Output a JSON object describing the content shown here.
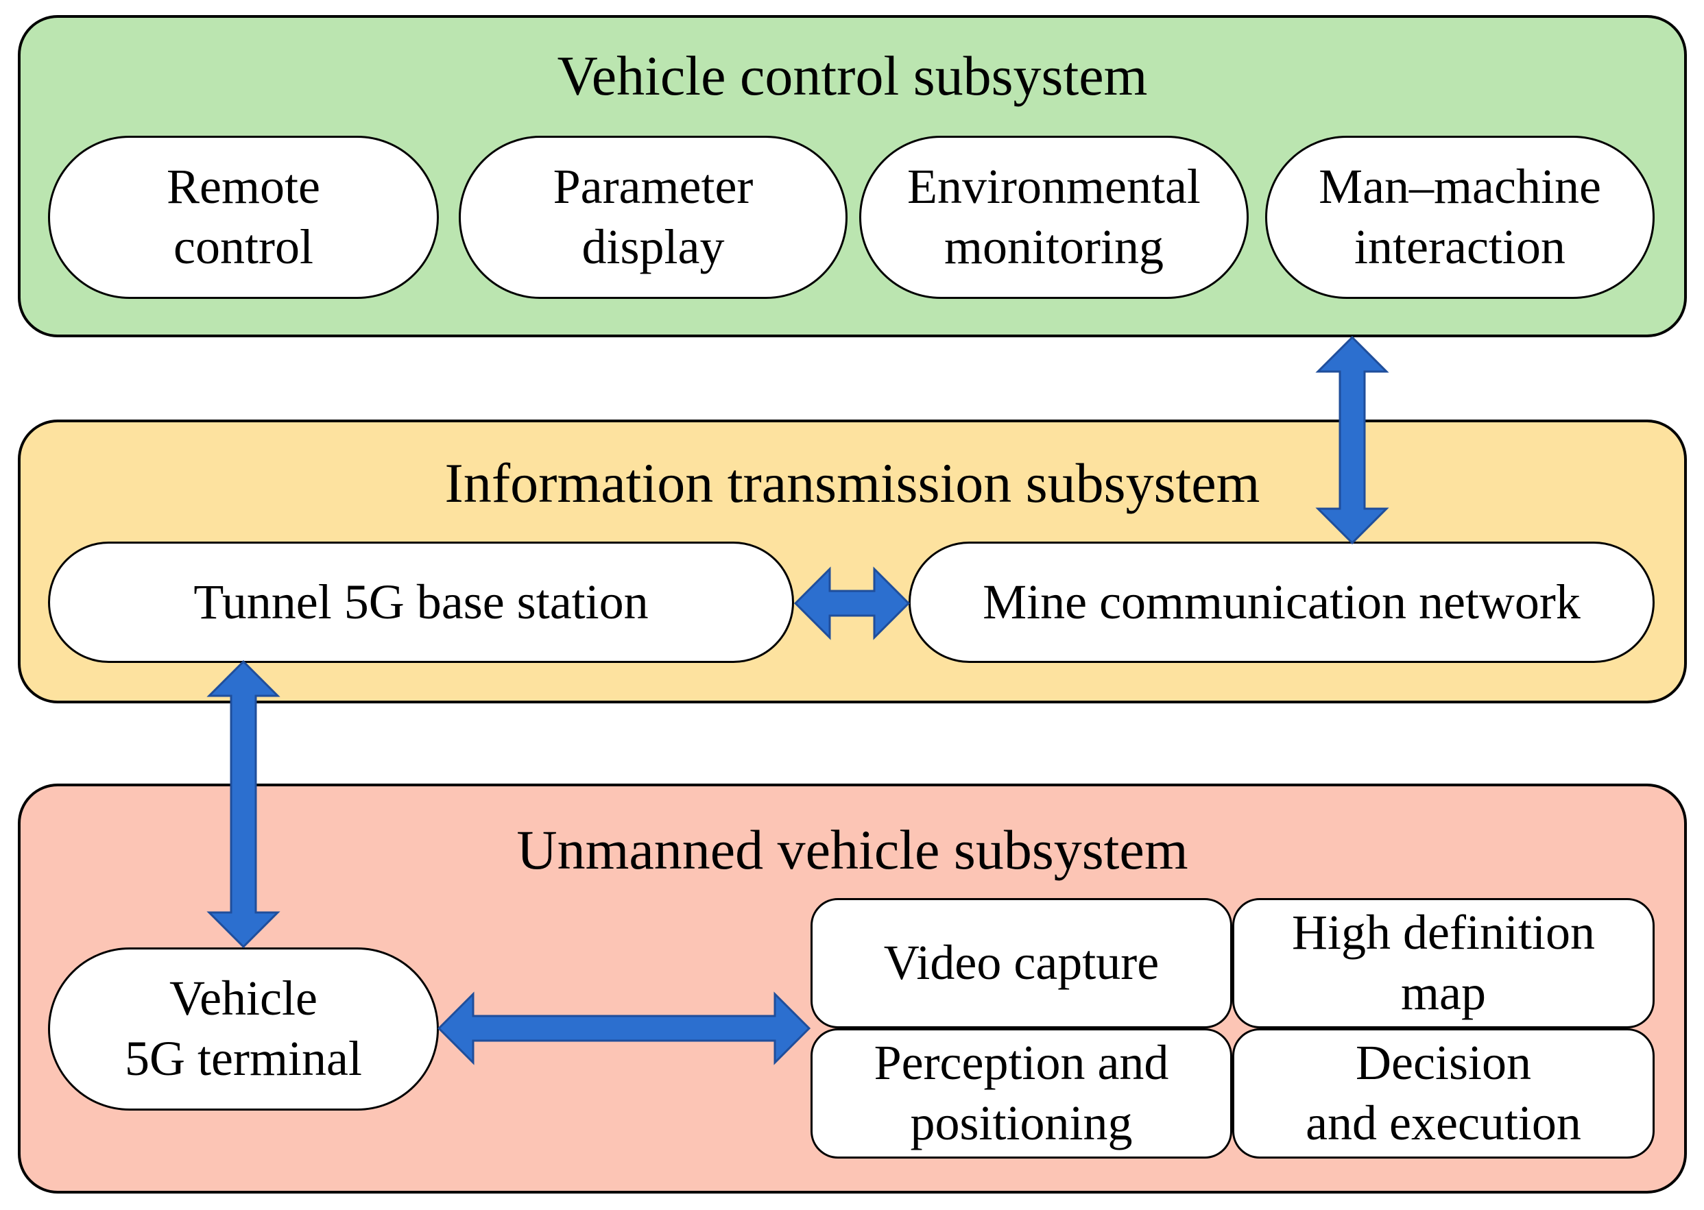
{
  "colors": {
    "vehicle_control_fill": "#bbe5b0",
    "info_transmission_fill": "#fde29f",
    "unmanned_vehicle_fill": "#fcc5b5",
    "arrow_fill": "#2c6fcf",
    "arrow_stroke": "#1f4e9b"
  },
  "vehicle_control": {
    "title": "Vehicle control subsystem",
    "items": [
      {
        "label": "Remote\ncontrol"
      },
      {
        "label": "Parameter\ndisplay"
      },
      {
        "label": "Environmental\nmonitoring"
      },
      {
        "label": "Man–machine\ninteraction"
      }
    ]
  },
  "info_transmission": {
    "title": "Information transmission subsystem",
    "base_station": "Tunnel 5G base station",
    "network": "Mine communication network"
  },
  "unmanned_vehicle": {
    "title": "Unmanned vehicle subsystem",
    "terminal": "Vehicle\n5G terminal",
    "modules": [
      {
        "label": "Video capture"
      },
      {
        "label": "High definition\nmap"
      },
      {
        "label": "Perception and\npositioning"
      },
      {
        "label": "Decision\nand execution"
      }
    ]
  }
}
